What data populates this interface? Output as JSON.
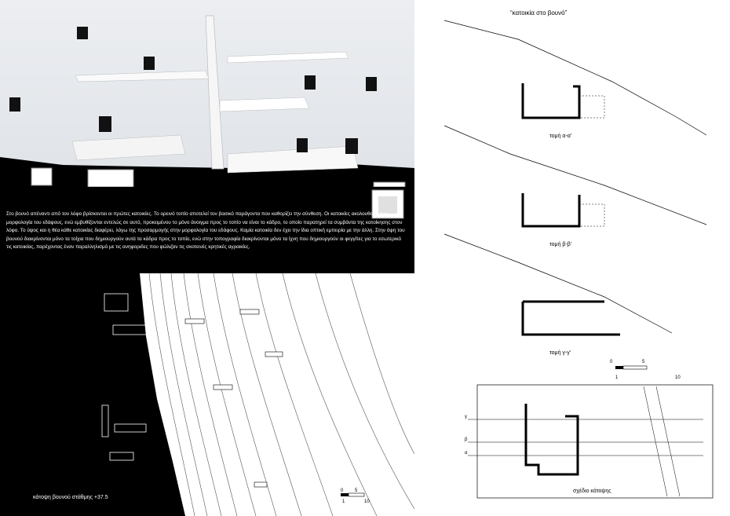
{
  "title": "“κατοικία στο βουνό”",
  "description": "Στο βουνό απέναντι από τον λόφο βρίσκονται οι πρώτες κατοικίες. Το ορεινό τοπίο αποτελεί τον βασικό παράγοντα που καθορίζει την σύνθεση. Οι κατοικίες ακολουθούν την μορφολογία του εδάφους, ενώ εμβυθίζονται εντελώς σε αυτό, προκειμένου το μόνο άνοιγμα προς το τοπίο να είναι το κάδρο, το οποίο παρατηρεί τα συμβάντα της κατοίκησης στον λόφο. Το ύψος και η θέα κάθε κατοικίας διαφέρει, λόγω της προσαρμογής στην μορφολογία του εδάφους. Καμία κατοικία δεν έχει την ίδια οπτική εμπειρία με την άλλη. Στην όψη του βουνού διακρίνονται μόνο τα τοίχια που δημιουργούν αυτά τα κάδρα προς το τοπίο, ενώ στην τοπογραφία διακρίνονται μόνο τα ίχνη που δημιουργούν οι φεγγίτες για το εσωτερικό τις κατοικίας, παρέχοντας έναν παραλληλισμό με τις ανηφοριδες που φώλιζαν τις σκοτεινές κρητικές αγραικίες.",
  "sections": [
    {
      "label": "τομή α-α'"
    },
    {
      "label": "τομή β-β'"
    },
    {
      "label": "τομή γ-γ'"
    }
  ],
  "scale_small": {
    "ticks": [
      "0",
      "5"
    ],
    "ticks_bottom": [
      "1",
      "10"
    ]
  },
  "scale_large": {
    "ticks": [
      "0",
      "5"
    ],
    "ticks_bottom": [
      "1",
      "10"
    ]
  },
  "plan_caption": "σχέδιο κάτοψης",
  "site_caption": "κάτοψη βουνού στάθμης +37.5",
  "section_marks": [
    "γ",
    "β",
    "α"
  ]
}
